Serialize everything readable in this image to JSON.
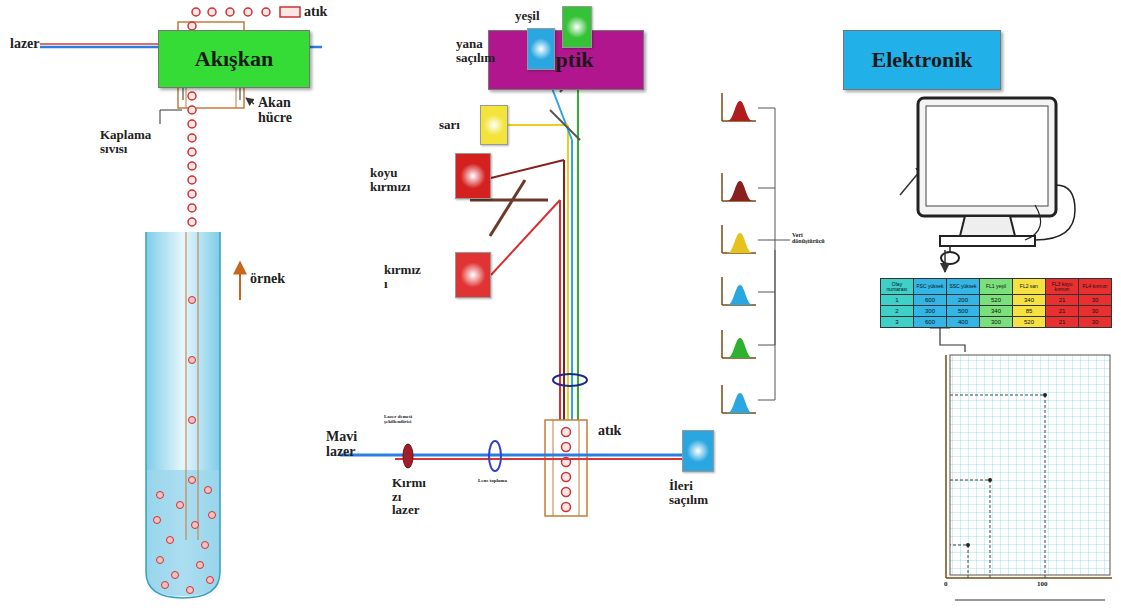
{
  "diagram": {
    "nodes": [
      {
        "text": [
          "Akışkan"
        ]
      },
      {
        "text": [
          "Optik"
        ]
      },
      {
        "text": [
          "Elektronik"
        ]
      },
      {
        "text": [
          "yeşil"
        ]
      },
      {
        "text": [
          "yana saçılım"
        ]
      },
      {
        "text": [
          "sarı"
        ]
      },
      {
        "text": [
          "koyu kırmızı"
        ]
      },
      {
        "text": [
          "kırmız ı"
        ]
      },
      {
        "text": [
          "İleri saçılım"
        ]
      }
    ],
    "labels": [
      "atık",
      "lazer",
      "Akan hücre",
      "Kaplama sıvısı",
      "örnek",
      "atık",
      "Mavi lazer",
      "Kırmı zı lazer",
      "Lazer demeti şekillendirici",
      "Lens toplama",
      "Veri dönüştürücü",
      "Olay numarası",
      "FSC yüksek",
      "SSC yüksek",
      "FL1 yeşil",
      "FL2 sarı",
      "FL3 koyu kırmızı",
      "FL4 kırmızı",
      "1",
      "600",
      "200",
      "520",
      "340",
      "21",
      "30",
      "2",
      "300",
      "500",
      "340",
      "85",
      "21",
      "30",
      "3",
      "600",
      "400",
      "300",
      "520",
      "21",
      "30",
      "0",
      "100"
    ]
  }
}
